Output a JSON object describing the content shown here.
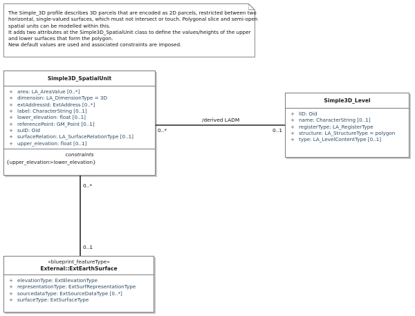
{
  "note": {
    "lines": [
      "The Simple_3D profile describes 3D parcels that are encoded as 2D parcels, restricted between two",
      "horizontal, single-valued surfaces, which must not intersect or touch. Polygonal slice and semi-open",
      "spatial units can be modelled within this.",
      "It adds two attributes at the Simple3D_SpatialUnit class to define the values/heights of the upper",
      "and lower surfaces that form the polygon.",
      "New default values are used and associated constraints are imposed."
    ]
  },
  "spatial_unit": {
    "name": "Simple3D_SpatialUnit",
    "attributes": [
      {
        "vis": "+",
        "text": "area: LA_AreaValue [0..*]"
      },
      {
        "vis": "+",
        "text": "dimension: LA_DimensionType = 3D"
      },
      {
        "vis": "+",
        "text": "extAddressId: ExtAddress [0..*]"
      },
      {
        "vis": "+",
        "text": "label: CharacterString [0..1]"
      },
      {
        "vis": "+",
        "text": "lower_elevation: float [0..1]"
      },
      {
        "vis": "+",
        "text": "referencePoint: GM_Point [0..1]"
      },
      {
        "vis": "+",
        "text": "suID: Oid"
      },
      {
        "vis": "+",
        "text": "surfaceRelation: LA_SurfaceRelationType [0..1]"
      },
      {
        "vis": "+",
        "text": "upper_elevation: float [0..1]"
      }
    ],
    "constraints_title": "constraints",
    "constraint": "{upper_elevation>lower_elevation}"
  },
  "level": {
    "name": "Simple3D_Level",
    "attributes": [
      {
        "vis": "+",
        "text": "lID: Oid"
      },
      {
        "vis": "+",
        "text": "name: CharacterString [0..1]"
      },
      {
        "vis": "+",
        "text": "registerType: LA_RegisterType"
      },
      {
        "vis": "+",
        "text": "structure: LA_StructureType = polygon"
      },
      {
        "vis": "+",
        "text": "type: LA_LevelContentType [0..1]"
      }
    ]
  },
  "earth_surface": {
    "stereotype": "«blueprint_featureType»",
    "name": "External::ExtEarthSurface",
    "attributes": [
      {
        "vis": "+",
        "text": "elevationType: ExtElevationType"
      },
      {
        "vis": "+",
        "text": "representationType: ExtSurfRepresentationType"
      },
      {
        "vis": "+",
        "text": "sourcedataType: ExtSourceDataType [0..*]"
      },
      {
        "vis": "+",
        "text": "surfaceType: ExtSurfaceType"
      }
    ]
  },
  "associations": {
    "su_level": {
      "name": "/derived LADM",
      "su_mult": "0..*",
      "level_mult": "0..1"
    },
    "su_earth": {
      "su_mult": "0..*",
      "earth_mult": "0..1"
    }
  }
}
